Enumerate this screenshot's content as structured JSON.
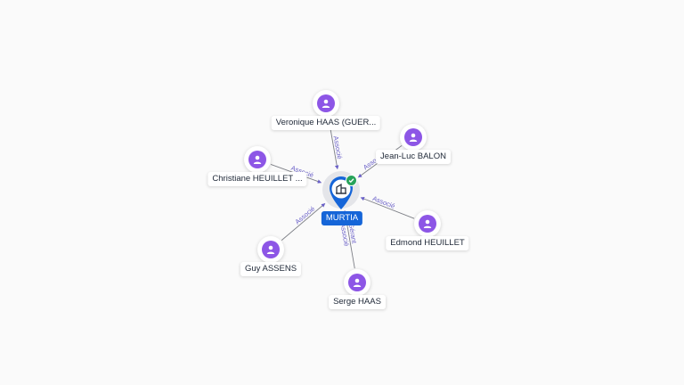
{
  "center": {
    "label": "MURTIA",
    "icon": "building-icon",
    "status_icon": "check-icon",
    "color": "#1565d8"
  },
  "nodes": [
    {
      "id": "veronique",
      "label": "Veronique HAAS (GUER...",
      "icon": "person-icon"
    },
    {
      "id": "jeanluc",
      "label": "Jean-Luc BALON",
      "icon": "person-icon"
    },
    {
      "id": "christiane",
      "label": "Christiane HEUILLET ...",
      "icon": "person-icon"
    },
    {
      "id": "edmond",
      "label": "Edmond HEUILLET",
      "icon": "person-icon"
    },
    {
      "id": "guy",
      "label": "Guy ASSENS",
      "icon": "person-icon"
    },
    {
      "id": "serge",
      "label": "Serge HAAS",
      "icon": "person-icon"
    }
  ],
  "edges": [
    {
      "to": "veronique",
      "label": "Associé"
    },
    {
      "to": "jeanluc",
      "label": "Associé"
    },
    {
      "to": "christiane",
      "label": "Associé"
    },
    {
      "to": "edmond",
      "label": "Associé"
    },
    {
      "to": "guy",
      "label": "Associé"
    },
    {
      "to": "serge",
      "label": "Gérant",
      "label2": "Associé"
    }
  ],
  "colors": {
    "person": "#8d56e6",
    "edge": "#6a60c8",
    "check": "#27a35a"
  }
}
